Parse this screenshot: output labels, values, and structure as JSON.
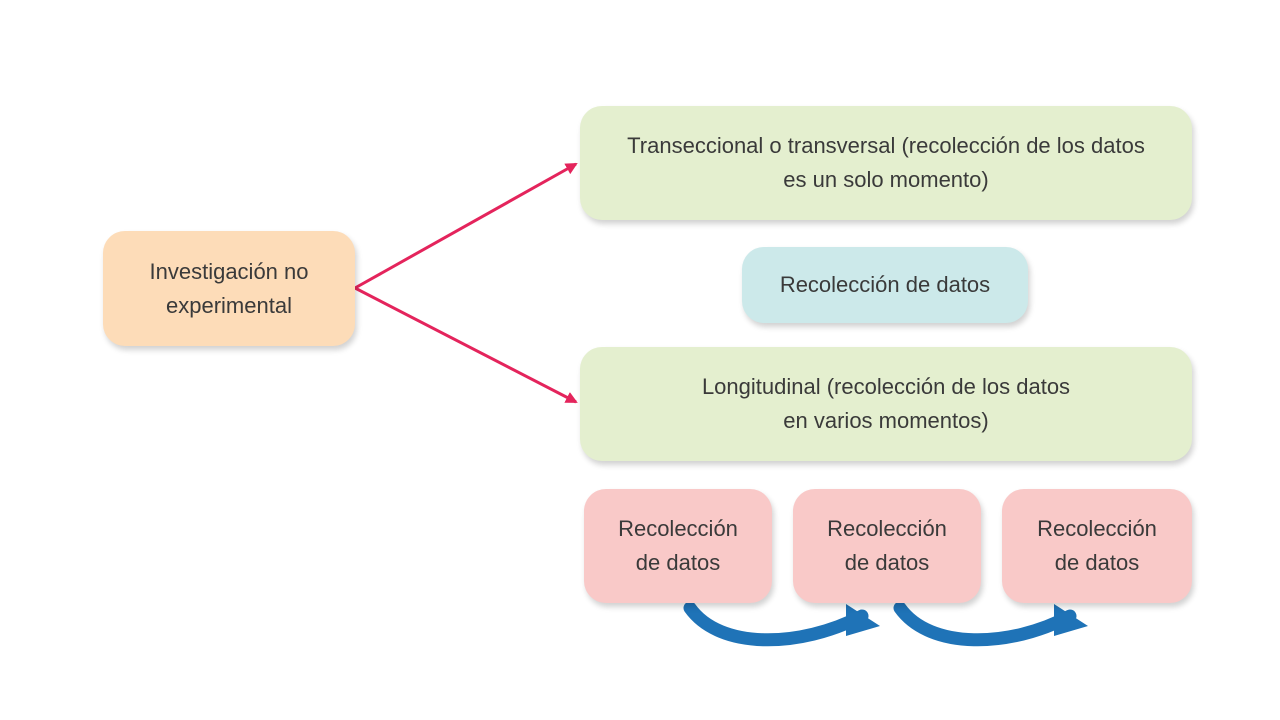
{
  "diagram": {
    "root": {
      "label": "Investigación no\nexperimental"
    },
    "transversal": {
      "label": "Transeccional o transversal (recolección de los datos\nes un solo momento)"
    },
    "transversal_collection": {
      "label": "Recolección de datos"
    },
    "longitudinal": {
      "label": "Longitudinal (recolección de los datos\nen varios momentos)"
    },
    "longitudinal_collections": [
      {
        "label": "Recolección\nde datos"
      },
      {
        "label": "Recolección\nde datos"
      },
      {
        "label": "Recolección\nde datos"
      }
    ]
  },
  "colors": {
    "root": "#fddcb8",
    "category": "#e4efcf",
    "single_collection": "#cce9ea",
    "repeated_collection": "#f9c9c8",
    "branch_arrow": "#e4245c",
    "sequence_arrow": "#1f73b7"
  }
}
